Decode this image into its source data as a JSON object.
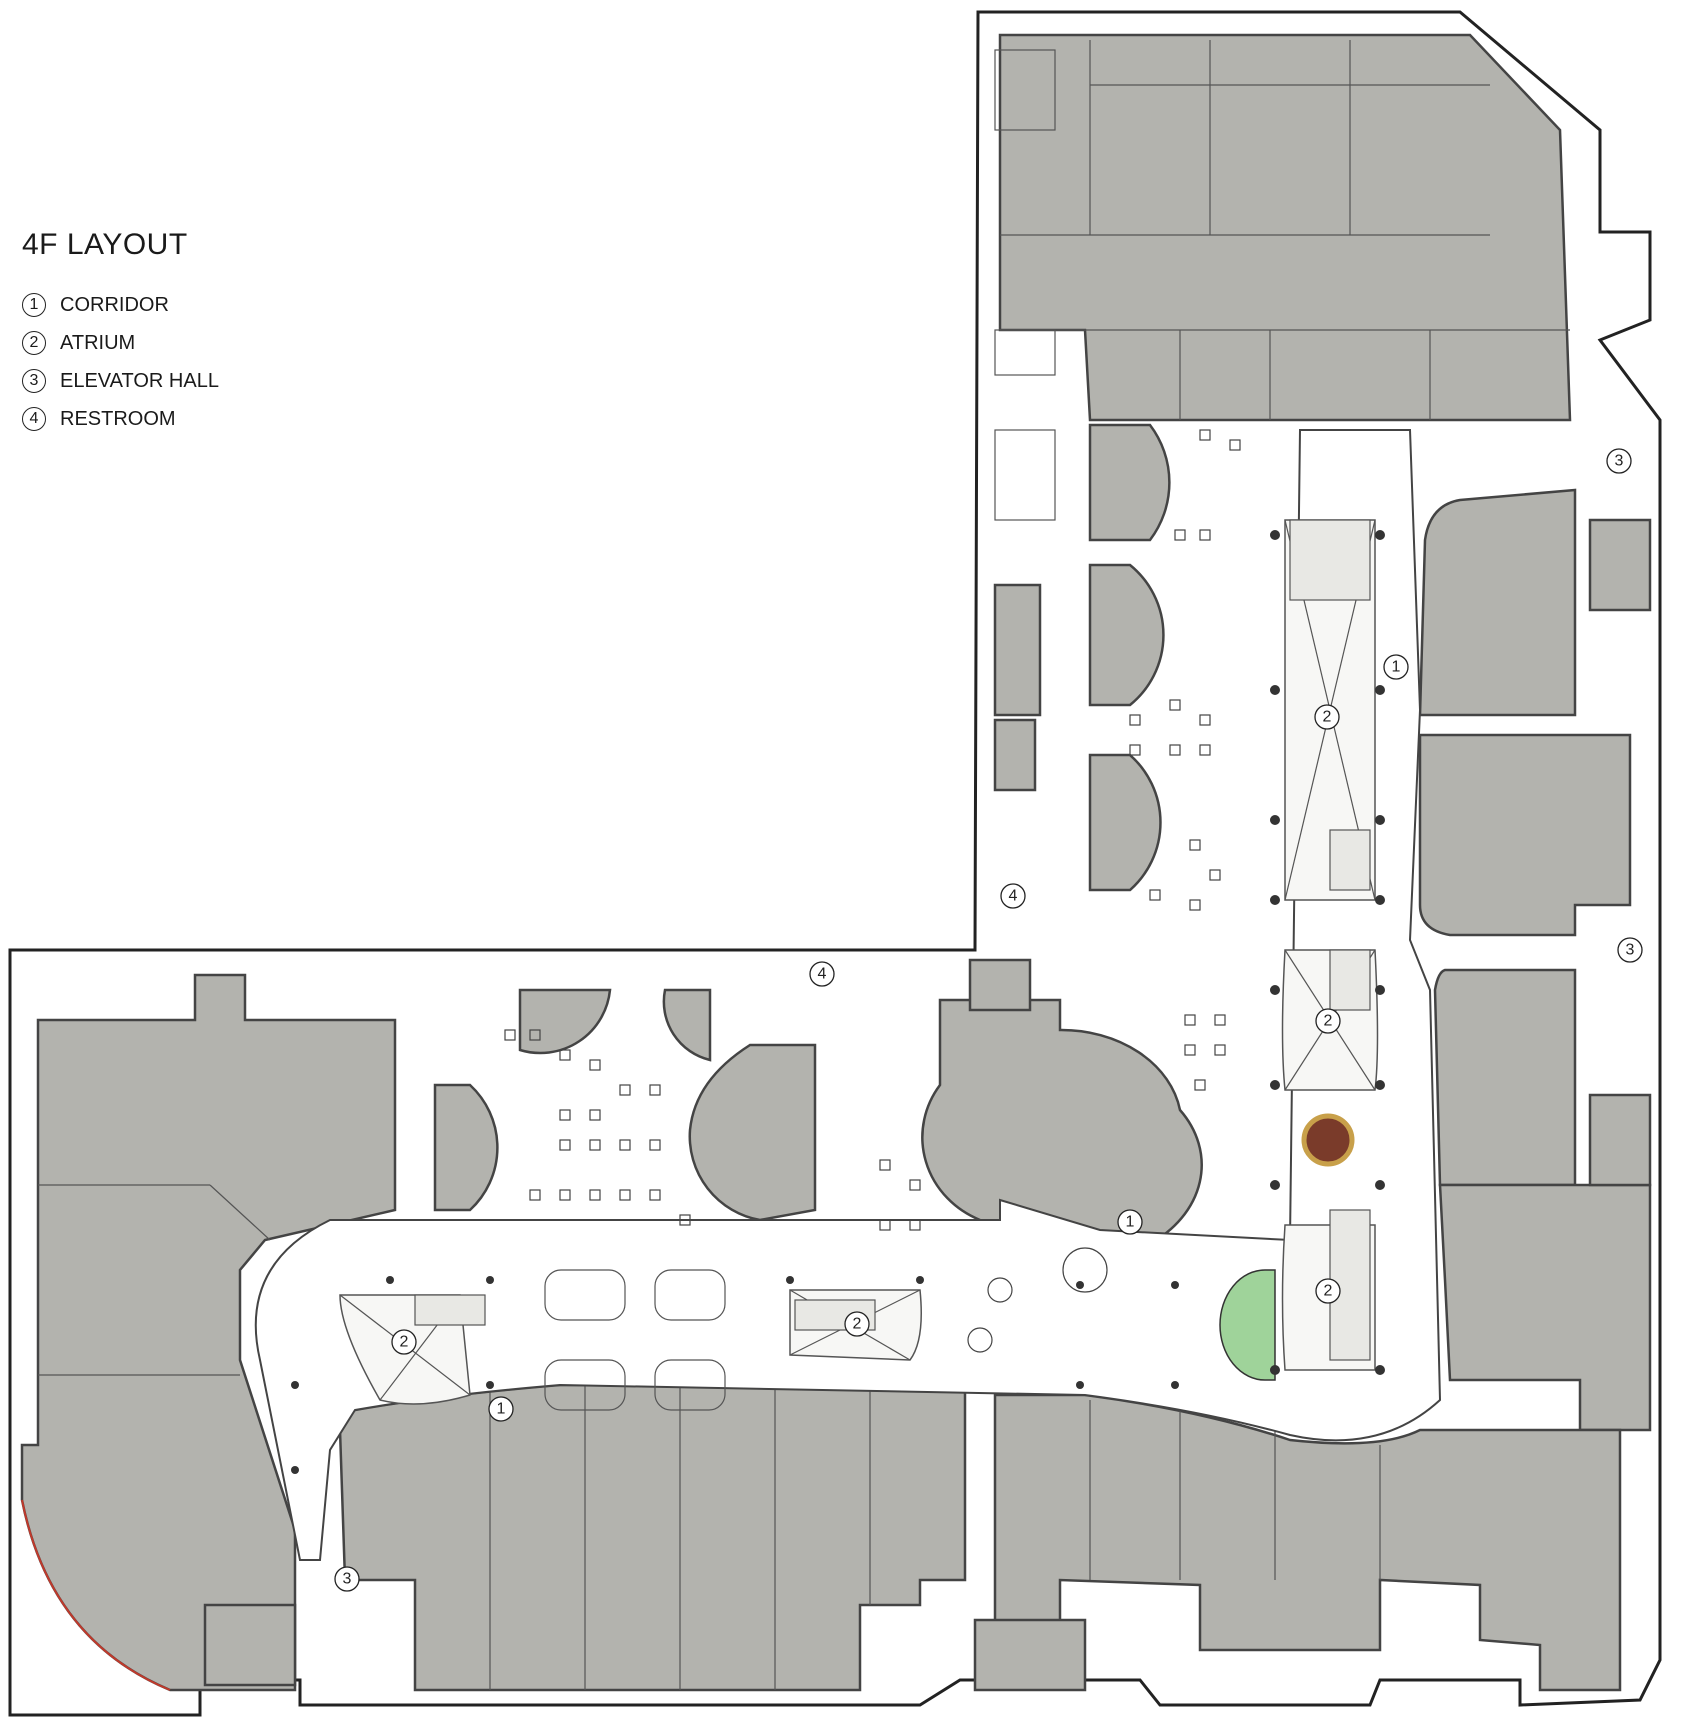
{
  "legend": {
    "title": "4F LAYOUT",
    "items": [
      {
        "num": "1",
        "label": "CORRIDOR"
      },
      {
        "num": "2",
        "label": "ATRIUM"
      },
      {
        "num": "3",
        "label": "ELEVATOR HALL"
      },
      {
        "num": "4",
        "label": "RESTROOM"
      }
    ]
  },
  "plan_labels": {
    "corridor": "1",
    "atrium": "2",
    "elevator_hall": "3",
    "restroom": "4"
  },
  "colors": {
    "shop_fill": "#b3b3ae",
    "wall": "#333333",
    "corridor": "#ffffff"
  }
}
